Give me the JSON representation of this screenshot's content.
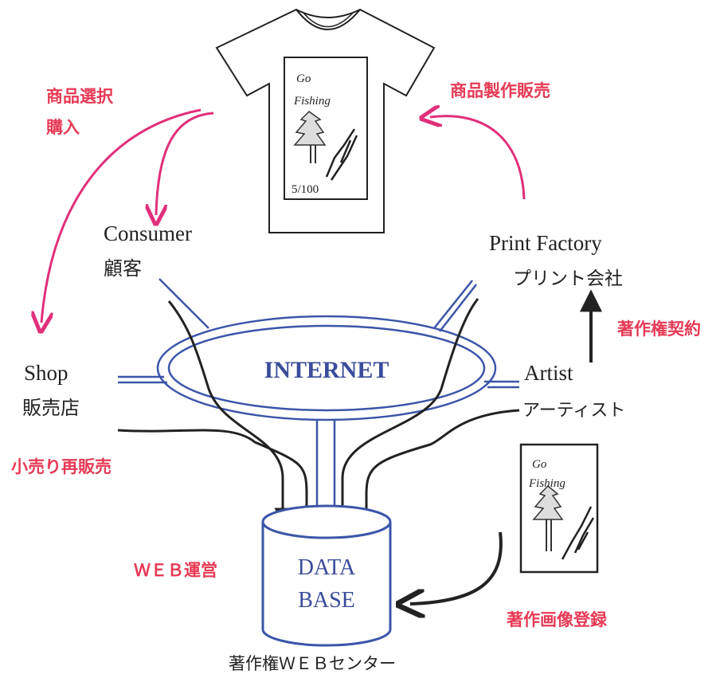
{
  "colors": {
    "blue": "#3b55a8",
    "red": "#e63a55",
    "magenta": "#e0307a",
    "black": "#222222",
    "navy_text": "#3a4c9a"
  },
  "tshirt": {
    "print_title_1": "Go",
    "print_title_2": "Fishing",
    "print_edition": "5/100"
  },
  "artwork": {
    "title_1": "Go",
    "title_2": "Fishing"
  },
  "nodes": {
    "consumer_en": "Consumer",
    "consumer_jp": "顧客",
    "print_factory_en": "Print Factory",
    "print_factory_jp": "プリント会社",
    "shop_en": "Shop",
    "shop_jp": "販売店",
    "artist_en": "Artist",
    "artist_jp": "アーティスト",
    "internet": "INTERNET",
    "database_1": "DATA",
    "database_2": "BASE",
    "center": "著作権ＷＥＢセンター"
  },
  "flows": {
    "select_purchase_1": "商品選択",
    "select_purchase_2": "購入",
    "produce_sell": "商品製作販売",
    "copyright_contract": "著作権契約",
    "retail_resale": "小売り再販売",
    "web_operation": "ＷＥＢ運営",
    "image_registration": "著作画像登録"
  }
}
